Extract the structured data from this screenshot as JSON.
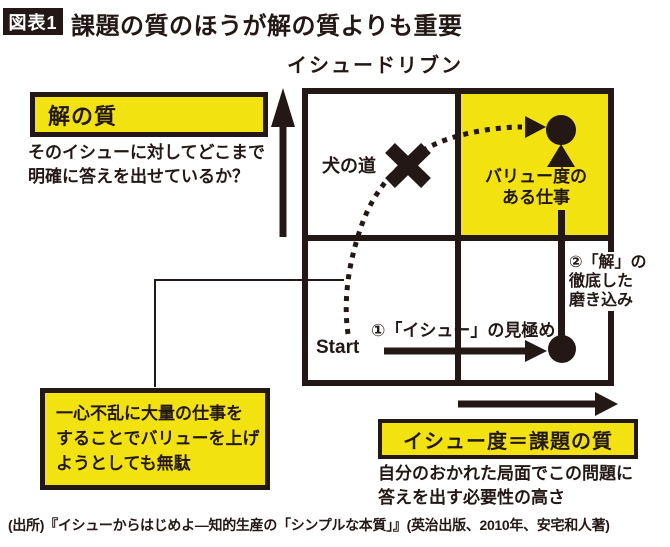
{
  "figure_label": "図表1",
  "title": "課題の質のほうが解の質よりも重要",
  "diagram": {
    "top_label": "イシュードリブン",
    "y_axis": {
      "label": "解の質",
      "desc_line1": "そのイシューに対してどこまで",
      "desc_line2": "明確に答えを出せているか？"
    },
    "x_axis": {
      "label": "イシュー度＝課題の質",
      "desc_line1": "自分のおかれた局面でこの問題に",
      "desc_line2": "答えを出す必要性の高さ"
    },
    "matrix": {
      "dog_path_label": "犬の道",
      "value_work_line1": "バリュー度の",
      "value_work_line2": "ある仕事",
      "start_label": "Start",
      "step1_label": "①「イシュー」の見極め",
      "step2_line1": "②「解」の",
      "step2_line2": "徹底した",
      "step2_line3": "磨き込み"
    },
    "warning_note": {
      "line1": "一心不乱に大量の仕事を",
      "line2": "することでバリューを上げ",
      "line3": "ようとしても無駄"
    }
  },
  "source": "(出所)『イシューからはじめよ―知的生産の「シンプルな本質」』(英治出版、2010年、安宅和人著)",
  "colors": {
    "accent_yellow": "#f2e20f",
    "ink": "#231815"
  }
}
